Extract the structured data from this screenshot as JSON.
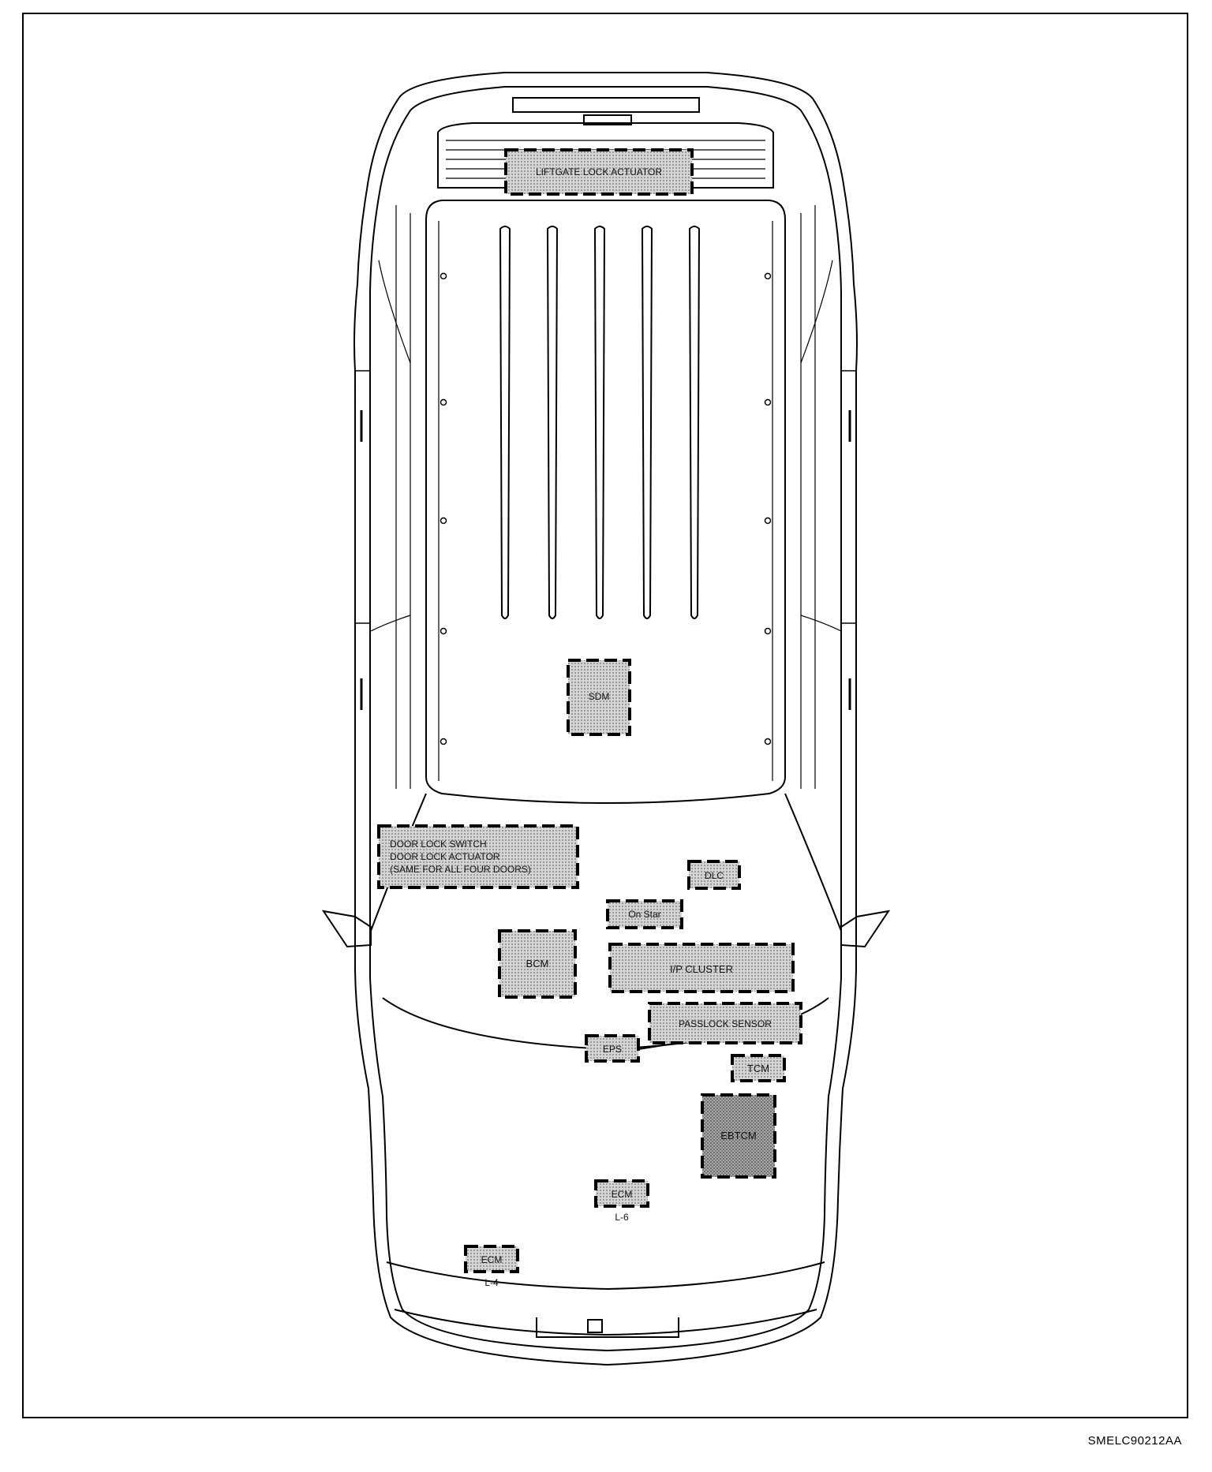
{
  "figure_code": "SMELC90212AA",
  "colors": {
    "line": "#000000",
    "box_fill": "#c8c8c8",
    "box_dark": "#8a8a8a",
    "background": "#ffffff"
  },
  "components": {
    "liftgate": "LIFTGATE LOCK ACTUATOR",
    "sdm": "SDM",
    "door_lock": [
      "DOOR LOCK SWITCH",
      "DOOR LOCK ACTUATOR",
      "(SAME FOR ALL FOUR DOORS)"
    ],
    "dlc": "DLC",
    "onstar": "On Star",
    "bcm": "BCM",
    "ip_cluster": "I/P CLUSTER",
    "passlock": "PASSLOCK SENSOR",
    "eps": "EPS",
    "tcm": "TCM",
    "ebtcm": "EBTCM",
    "ecm_l6": "ECM",
    "ecm_l6_note": "L-6",
    "ecm_l4": "ECM",
    "ecm_l4_note": "L-4"
  }
}
